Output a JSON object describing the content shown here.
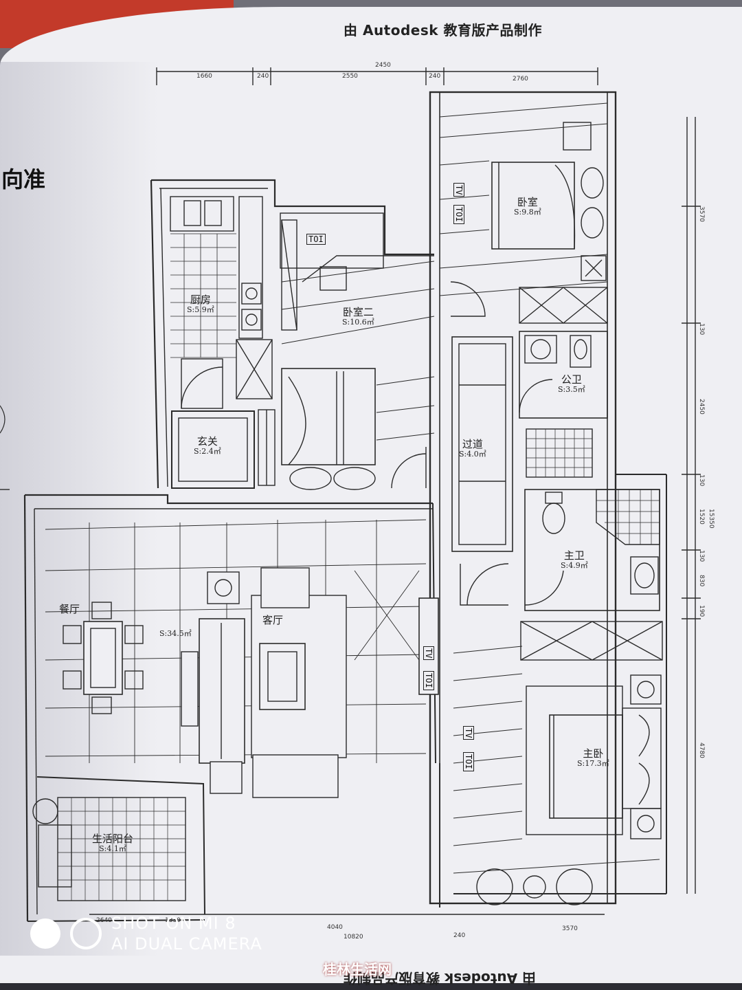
{
  "header_top": "由 Autodesk 教育版产品制作",
  "header_bottom": "由 Autodesk 教育版产品制作",
  "side_text": "向准",
  "rooms": {
    "kitchen": {
      "name": "厨房",
      "area": "S:5.9㎡"
    },
    "bedroom2": {
      "name": "卧室二",
      "area": "S:10.6㎡"
    },
    "bedroom": {
      "name": "卧室",
      "area": "S:9.8㎡"
    },
    "foyer": {
      "name": "玄关",
      "area": "S:2.4㎡"
    },
    "public_bath": {
      "name": "公卫",
      "area": "S:3.5㎡"
    },
    "corridor": {
      "name": "过道",
      "area": "S:4.0㎡"
    },
    "master_bath": {
      "name": "主卫",
      "area": "S:4.9㎡"
    },
    "living": {
      "name": "客厅",
      "area": "S:34.5㎡"
    },
    "dining": {
      "name": "餐厅",
      "area": ""
    },
    "master_bedroom": {
      "name": "主卧",
      "area": "S:17.3㎡"
    },
    "balcony": {
      "name": "生活阳台",
      "area": "S:4.1㎡"
    }
  },
  "dimensions": {
    "top": [
      "1660",
      "240",
      "2550",
      "240",
      "2760"
    ],
    "top_total": "2450",
    "bottom": [
      "2640",
      "1330",
      "4040",
      "10820",
      "240",
      "3570"
    ],
    "right": [
      "3570",
      "130",
      "2450",
      "130",
      "1520",
      "130",
      "830",
      "190",
      "4780",
      "15350"
    ]
  },
  "tv_labels": [
    "TOI",
    "TOI",
    "TV",
    "TOI",
    "TV",
    "TOI",
    "TV"
  ],
  "camera": {
    "line1": "SHOT ON MI 8",
    "line2": "AI DUAL CAMERA"
  },
  "watermark": "桂林生活网"
}
